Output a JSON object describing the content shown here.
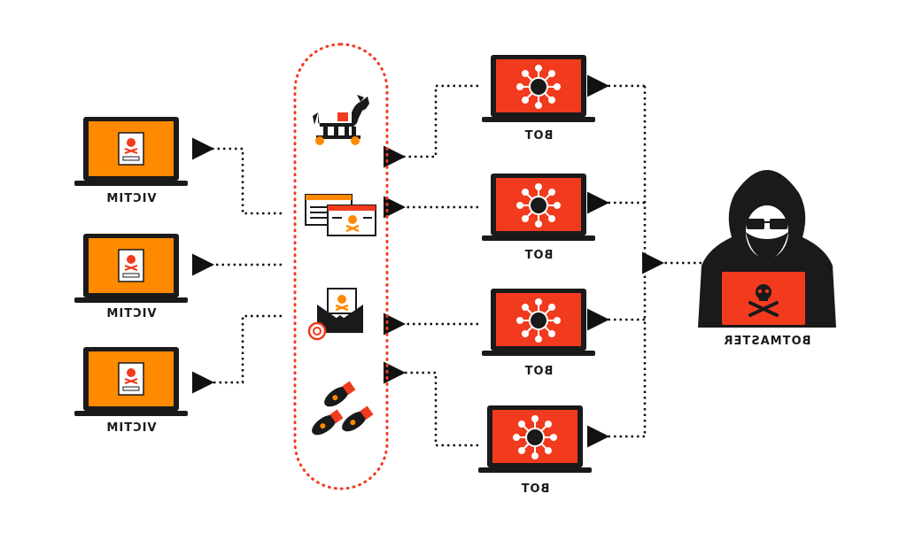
{
  "labels": {
    "victim": "VICTIM",
    "bot": "BOT",
    "botmaster": "BOTMASTER"
  },
  "colors": {
    "victim_screen": "#ff8a00",
    "bot_screen": "#f23a1e",
    "accent_red": "#f23a1e",
    "dark": "#1a1a1a",
    "dotted": "#111111"
  },
  "icons": {
    "attack_methods": [
      "trojan-horse-icon",
      "malicious-windows-icon",
      "phishing-email-icon",
      "bombs-icon"
    ],
    "bot_screen": "virus-icon",
    "victim_screen": "skull-document-icon",
    "botmaster_screen": "skull-crossbones-icon"
  }
}
